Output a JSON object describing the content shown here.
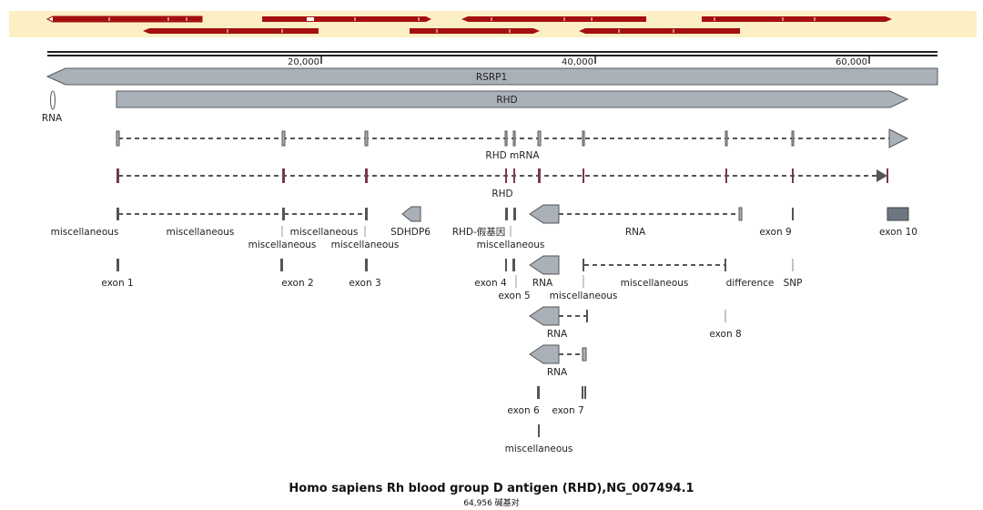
{
  "title": "Homo sapiens Rh blood group D antigen (RHD),NG_007494.1",
  "subtitle": "64,956 碱基对",
  "ruler": {
    "ticks": [
      "20,000",
      "40,000",
      "60,000"
    ]
  },
  "genes": [
    {
      "id": "rsrp1",
      "label": "RSRP1",
      "strand": "-"
    },
    {
      "id": "rhd",
      "label": "RHD",
      "strand": "+"
    }
  ],
  "transcripts": [
    {
      "id": "rhd-mrna",
      "label": "RHD mRNA"
    },
    {
      "id": "rhd-cds",
      "label": "RHD"
    }
  ],
  "features": [
    {
      "id": "rna-left",
      "label": "RNA"
    },
    {
      "id": "misc-1",
      "label": "miscellaneous"
    },
    {
      "id": "misc-2",
      "label": "miscellaneous"
    },
    {
      "id": "misc-3",
      "label": "miscellaneous"
    },
    {
      "id": "misc-4",
      "label": "miscellaneous"
    },
    {
      "id": "misc-5",
      "label": "miscellaneous"
    },
    {
      "id": "sdhdp6",
      "label": "SDHDP6"
    },
    {
      "id": "rhd-pseudo",
      "label": "RHD-假基因"
    },
    {
      "id": "misc-6",
      "label": "miscellaneous"
    },
    {
      "id": "rna-long",
      "label": "RNA"
    },
    {
      "id": "exon-9",
      "label": "exon 9"
    },
    {
      "id": "exon-10",
      "label": "exon 10"
    },
    {
      "id": "exon-1",
      "label": "exon 1"
    },
    {
      "id": "exon-2",
      "label": "exon 2"
    },
    {
      "id": "exon-3",
      "label": "exon 3"
    },
    {
      "id": "exon-4",
      "label": "exon 4"
    },
    {
      "id": "exon-5",
      "label": "exon 5"
    },
    {
      "id": "rna-2",
      "label": "RNA"
    },
    {
      "id": "misc-7",
      "label": "miscellaneous"
    },
    {
      "id": "misc-8",
      "label": "miscellaneous"
    },
    {
      "id": "difference",
      "label": "difference"
    },
    {
      "id": "snp",
      "label": "SNP"
    },
    {
      "id": "rna-3",
      "label": "RNA"
    },
    {
      "id": "exon-8",
      "label": "exon 8"
    },
    {
      "id": "rna-4",
      "label": "RNA"
    },
    {
      "id": "exon-6",
      "label": "exon 6"
    },
    {
      "id": "exon-7",
      "label": "exon 7"
    },
    {
      "id": "misc-9",
      "label": "miscellaneous"
    }
  ],
  "colors": {
    "overview_bg": "#fdefc4",
    "overview_arrow": "#a50f0f",
    "gene_fill": "#a9b0b8",
    "gene_stroke": "#555b62",
    "exon_dark": "#555",
    "cds_exon": "#7a3a46",
    "exon10_fill": "#6e7682"
  }
}
